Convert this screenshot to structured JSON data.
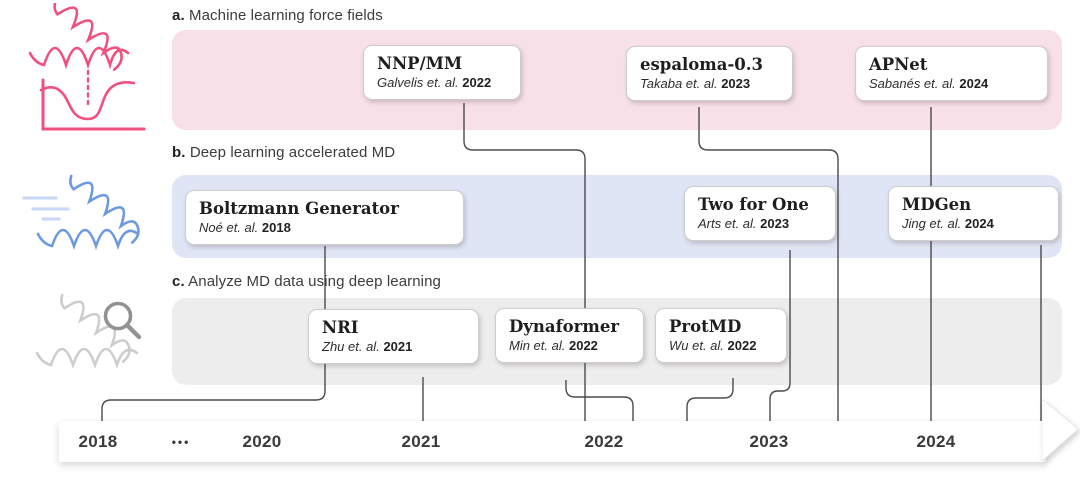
{
  "figure": {
    "sections": [
      {
        "prefix": "a.",
        "label": "Machine learning force fields"
      },
      {
        "prefix": "b.",
        "label": "Deep learning accelerated MD"
      },
      {
        "prefix": "c.",
        "label": "Analyze MD data using deep learning"
      }
    ],
    "cards": [
      {
        "title": "NNP/MM",
        "authors": "Galvelis et. al.",
        "year": "2022",
        "section": "a"
      },
      {
        "title": "espaloma-0.3",
        "authors": "Takaba et. al.",
        "year": "2023",
        "section": "a"
      },
      {
        "title": "APNet",
        "authors": "Sabanés et. al.",
        "year": "2024",
        "section": "a"
      },
      {
        "title": "Boltzmann Generator",
        "authors": "Noé et. al.",
        "year": "2018",
        "section": "b"
      },
      {
        "title": "Two for One",
        "authors": "Arts et. al.",
        "year": "2023",
        "section": "b"
      },
      {
        "title": "MDGen",
        "authors": "Jing et. al.",
        "year": "2024",
        "section": "b"
      },
      {
        "title": "NRI",
        "authors": "Zhu et. al.",
        "year": "2021",
        "section": "c"
      },
      {
        "title": "Dynaformer",
        "authors": "Min et. al.",
        "year": "2022",
        "section": "c"
      },
      {
        "title": "ProtMD",
        "authors": "Wu et. al.",
        "year": "2022",
        "section": "c"
      }
    ],
    "timeline": {
      "labels": [
        "2018",
        "•••",
        "2020",
        "2021",
        "2022",
        "2023",
        "2024"
      ]
    },
    "icons": [
      {
        "name": "molecule-energy-well-icon"
      },
      {
        "name": "accelerated-molecule-icon"
      },
      {
        "name": "molecule-magnifier-icon"
      }
    ],
    "colors": {
      "band_a": "#f7e0e7",
      "band_b": "#dfe5f4",
      "band_c": "#ededed",
      "accent_pink": "#f0507d",
      "accent_blue": "#6d99e0",
      "accent_gray": "#cdcdcd",
      "line": "#4b4b4b"
    }
  }
}
